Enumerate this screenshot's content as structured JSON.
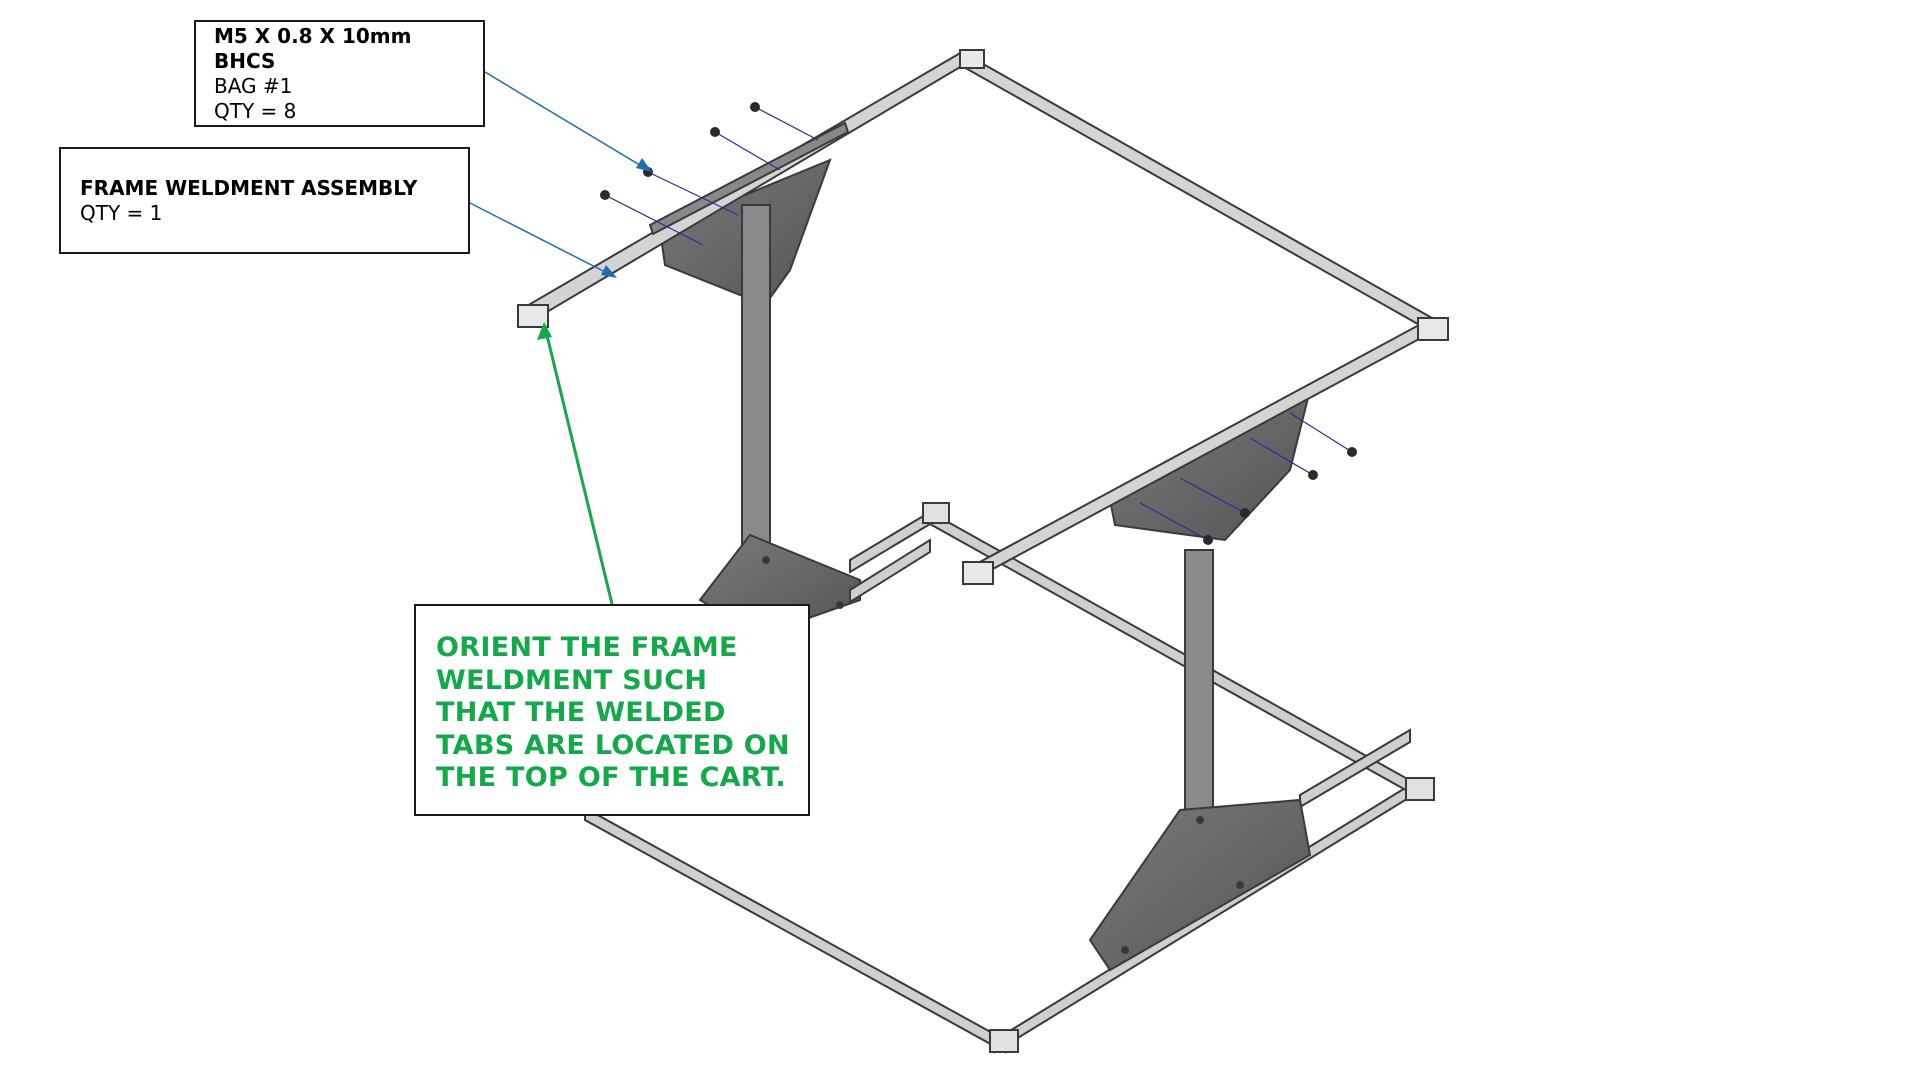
{
  "callouts": {
    "bhcs": {
      "title_line1": "M5 X 0.8 X 10mm",
      "title_line2": "BHCS",
      "bag": "BAG #1",
      "qty": "QTY = 8"
    },
    "frame": {
      "title": "FRAME WELDMENT ASSEMBLY",
      "qty": "QTY = 1"
    },
    "orient": {
      "lines": [
        "ORIENT THE FRAME",
        "WELDMENT SUCH",
        "THAT THE WELDED",
        "TABS ARE LOCATED ON",
        "THE TOP OF THE CART."
      ]
    }
  },
  "colors": {
    "leader_blue": "#1f6fb0",
    "leader_green": "#13a84a",
    "frame_metal": "#c9c9c9",
    "frame_edge": "#3a3a3a",
    "gusset": "#6d6d6d",
    "bolt_line": "#2c2c9a"
  },
  "icons": [
    "bolt-icon",
    "arrowhead-icon"
  ]
}
